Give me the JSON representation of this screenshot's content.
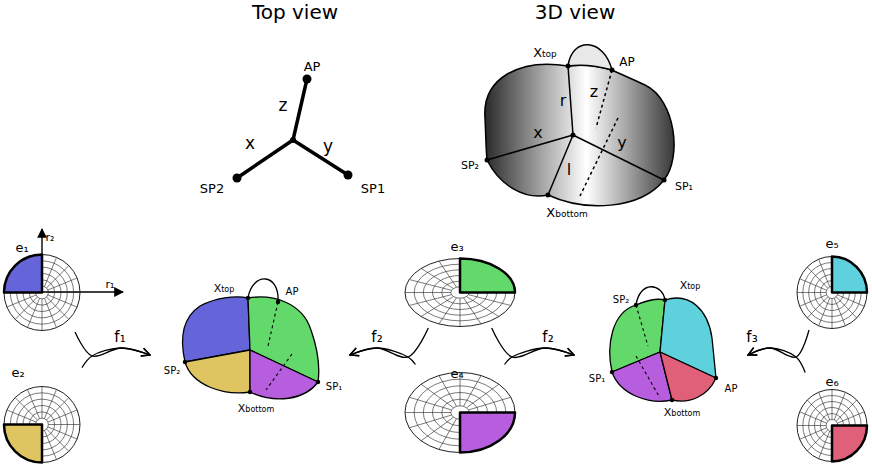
{
  "diagram": {
    "nodes": [
      {
        "text": [
          "e₁"
        ]
      },
      {
        "text": [
          "e₂"
        ]
      },
      {
        "text": [
          "Xtop",
          "AP",
          "SP₂",
          "SP₁",
          "Xbottom"
        ]
      },
      {
        "text": [
          "e₃"
        ]
      },
      {
        "text": [
          "e₄"
        ]
      },
      {
        "text": [
          "SP₂",
          "Xtop",
          "SP₁",
          "AP",
          "Xbottom"
        ]
      },
      {
        "text": [
          "e₅"
        ]
      },
      {
        "text": [
          "e₆"
        ]
      }
    ],
    "edges": [
      {
        "from": 0,
        "to": 2,
        "label": "f₁",
        "arrow": "to"
      },
      {
        "from": 1,
        "to": 2,
        "arrow": "to"
      },
      {
        "from": 3,
        "to": 2,
        "label": "f₂",
        "arrow": "to"
      },
      {
        "from": 4,
        "to": 2,
        "arrow": "to"
      },
      {
        "from": 3,
        "to": 5,
        "label": "f₂",
        "arrow": "to"
      },
      {
        "from": 4,
        "to": 5,
        "arrow": "to"
      },
      {
        "from": 6,
        "to": 5,
        "label": "f₃",
        "arrow": "to"
      },
      {
        "from": 7,
        "to": 5,
        "arrow": "to"
      }
    ],
    "labels": [
      "Top view",
      "3D view",
      "AP",
      "z",
      "x",
      "y",
      "SP2",
      "SP1",
      "Xtop",
      "AP",
      "r",
      "z",
      "x",
      "y",
      "SP₂",
      "SP₁",
      "l",
      "Xbottom",
      "r₂",
      "r₁"
    ]
  }
}
